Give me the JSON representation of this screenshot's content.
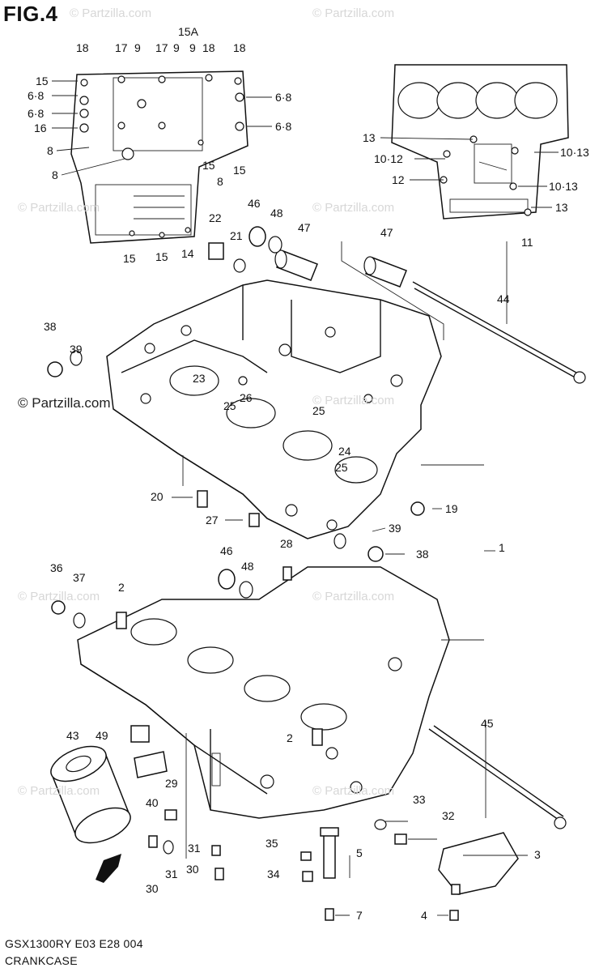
{
  "figure": {
    "title": "FIG.4",
    "model_code": "GSX1300RY E03 E28  004",
    "section_name": "CRANKCASE"
  },
  "watermarks": {
    "text": "© Partzilla.com",
    "strong_text": "© Partzilla.com"
  },
  "part_labels": {
    "p1": "1",
    "p2a": "2",
    "p2b": "2",
    "p3": "3",
    "p4": "4",
    "p5": "5",
    "p7": "7",
    "p8a": "8",
    "p8b": "8",
    "p8c": "8",
    "p68a": "6·8",
    "p68b": "6·8",
    "p68c": "6·8",
    "p68d": "6·8",
    "p9a": "9",
    "p9b": "9",
    "p9c": "9",
    "p1012a": "10·12",
    "p1013a": "10·13",
    "p1013b": "10·13",
    "p11": "11",
    "p12": "12",
    "p13a": "13",
    "p13b": "13",
    "p14": "14",
    "p15a": "15",
    "p15b": "15",
    "p15c": "15",
    "p15d": "15",
    "p15e": "15",
    "p15A": "15A",
    "p16": "16",
    "p17a": "17",
    "p17b": "17",
    "p18a": "18",
    "p18b": "18",
    "p18c": "18",
    "p19": "19",
    "p20": "20",
    "p21": "21",
    "p22": "22",
    "p23": "23",
    "p24": "24",
    "p25a": "25",
    "p25b": "25",
    "p25c": "25",
    "p26": "26",
    "p27": "27",
    "p28": "28",
    "p29": "29",
    "p30a": "30",
    "p30b": "30",
    "p31a": "31",
    "p31b": "31",
    "p32": "32",
    "p33": "33",
    "p34": "34",
    "p35": "35",
    "p36": "36",
    "p37": "37",
    "p38a": "38",
    "p38b": "38",
    "p39a": "39",
    "p39b": "39",
    "p40": "40",
    "p43": "43",
    "p44": "44",
    "p45": "45",
    "p46a": "46",
    "p46b": "46",
    "p47a": "47",
    "p47b": "47",
    "p48a": "48",
    "p48b": "48",
    "p49": "49"
  },
  "icons": {
    "front_arrow": "front-direction-arrow-icon"
  }
}
